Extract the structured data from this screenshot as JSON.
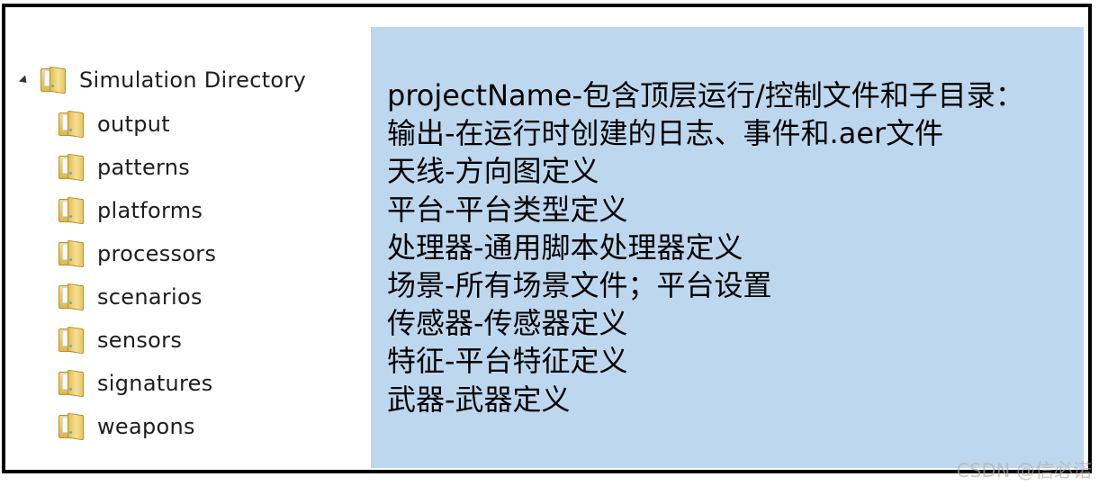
{
  "tree": {
    "root": {
      "label": "Simulation Directory",
      "icon": "folder-open-icon",
      "expander_icon": "expanded-triangle-icon"
    },
    "children": [
      {
        "label": "output",
        "icon": "folder-icon"
      },
      {
        "label": "patterns",
        "icon": "folder-icon"
      },
      {
        "label": "platforms",
        "icon": "folder-icon"
      },
      {
        "label": "processors",
        "icon": "folder-icon"
      },
      {
        "label": "scenarios",
        "icon": "folder-icon"
      },
      {
        "label": "sensors",
        "icon": "folder-icon"
      },
      {
        "label": "signatures",
        "icon": "folder-icon"
      },
      {
        "label": "weapons",
        "icon": "folder-icon"
      }
    ]
  },
  "info_panel": {
    "background_color": "#bdd7ee",
    "lines": [
      "projectName-包含顶层运行/控制文件和子目录：",
      "输出-在运行时创建的日志、事件和.aer文件",
      "天线-方向图定义",
      "平台-平台类型定义",
      "处理器-通用脚本处理器定义",
      "场景-所有场景文件；平台设置",
      "传感器-传感器定义",
      "特征-平台特征定义",
      "武器-武器定义"
    ]
  },
  "watermark": "CSDN @信必诺"
}
